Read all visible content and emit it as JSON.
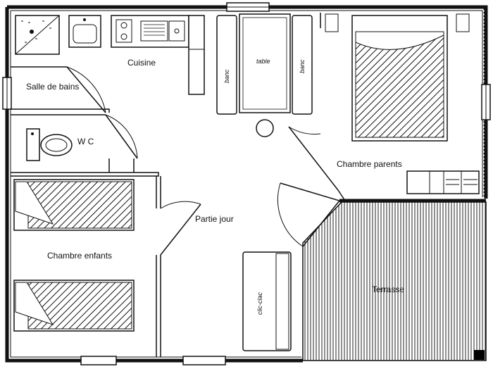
{
  "rooms": {
    "salle_de_bains": "Salle de bains",
    "cuisine": "Cuisine",
    "wc": "W C",
    "chambre_parents": "Chambre parents",
    "partie_jour": "Partie jour",
    "chambre_enfants": "Chambre enfants",
    "terrasse": "Terrasse"
  },
  "furniture": {
    "banc_left": "banc",
    "table": "table",
    "banc_right": "banc",
    "clic_clac": "clic-clac"
  },
  "colors": {
    "line": "#111111",
    "background": "#ffffff",
    "solid": "#000000"
  }
}
